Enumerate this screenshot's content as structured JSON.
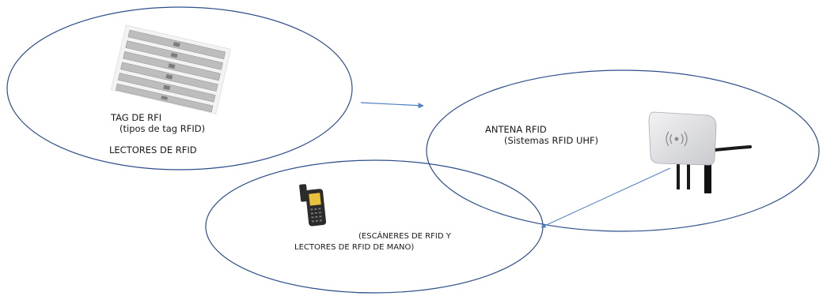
{
  "tags_circle": {
    "title": "TAG DE RFI",
    "subtitle": "(tipos de tag RFID)",
    "caption": "LECTORES DE RFID"
  },
  "antenna_circle": {
    "title": "ANTENA RFID",
    "subtitle": "(Sistemas RFID UHF)"
  },
  "handheld_circle": {
    "caption_line1": "(ESCÁNERES DE RFID Y",
    "caption_line2": "LECTORES DE RFID DE MANO)"
  },
  "colors": {
    "circle_stroke": "#2e4f8c",
    "arrow": "#4f7fc4",
    "tag_strip": "#b9b9b9",
    "antenna_body": "#dcdde0",
    "scanner_body": "#2b2b2b",
    "scanner_screen": "#e8c23a"
  },
  "icons": {
    "tags": "rfid-tag-sheet-icon",
    "antenna": "rfid-antenna-icon",
    "scanner": "handheld-rfid-scanner-icon"
  }
}
